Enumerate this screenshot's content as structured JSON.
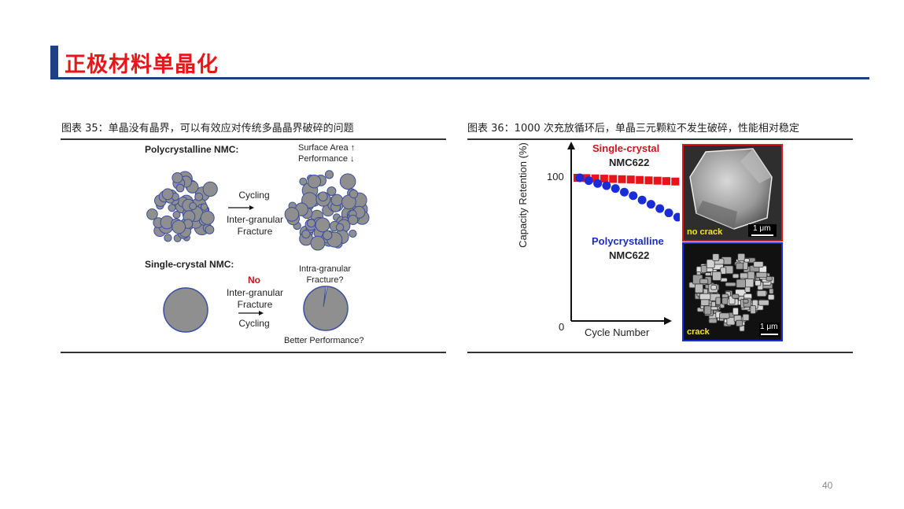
{
  "slide": {
    "title": "正极材料单晶化",
    "page_number": "40"
  },
  "fig35": {
    "caption": "图表 35：单晶没有晶界，可以有效应对传统多晶晶界破碎的问题",
    "poly_title": "Polycrystalline NMC:",
    "surface_area": "Surface Area ↑",
    "performance": "Performance ↓",
    "cycling": "Cycling",
    "inter_granular": "Inter-granular",
    "fracture": "Fracture",
    "single_title": "Single-crystal NMC:",
    "no": "No",
    "inter_granular2": "Inter-granular",
    "fracture2": "Fracture",
    "cycling2": "Cycling",
    "intra_granular": "Intra-granular",
    "fracture_q": "Fracture?",
    "better_perf": "Better Performance?"
  },
  "fig36": {
    "caption": "图表 36：1000 次充放循环后，单晶三元颗粒不发生破碎，性能相对稳定",
    "single_label_1": "Single-crystal",
    "single_label_2": "NMC622",
    "poly_label_1": "Polycrystalline",
    "poly_label_2": "NMC622",
    "no_crack": "no crack",
    "crack": "crack",
    "scale_bar_1": "1 μm",
    "scale_bar_2": "1 μm",
    "colors": {
      "single": "#e8141c",
      "poly": "#1a2bd8"
    }
  },
  "chart_data": {
    "type": "scatter",
    "xlabel": "Cycle Number",
    "ylabel": "Capacity Retention (%)",
    "y_ticks": [
      "100",
      "0"
    ],
    "ylim": [
      0,
      120
    ],
    "series": [
      {
        "name": "Single-crystal NMC622",
        "marker": "square",
        "color": "#e8141c",
        "values": [
          100,
          99.8,
          99.6,
          99.4,
          99.2,
          99.0,
          98.8,
          98.5,
          98.2,
          98.0,
          97.7,
          97.4,
          97.0
        ]
      },
      {
        "name": "Polycrystalline NMC622",
        "marker": "circle",
        "color": "#1a2bd8",
        "values": [
          100,
          98,
          96,
          94.5,
          92.5,
          90,
          87.5,
          84.5,
          81.5,
          78.5,
          75.5,
          72.5
        ]
      }
    ]
  }
}
